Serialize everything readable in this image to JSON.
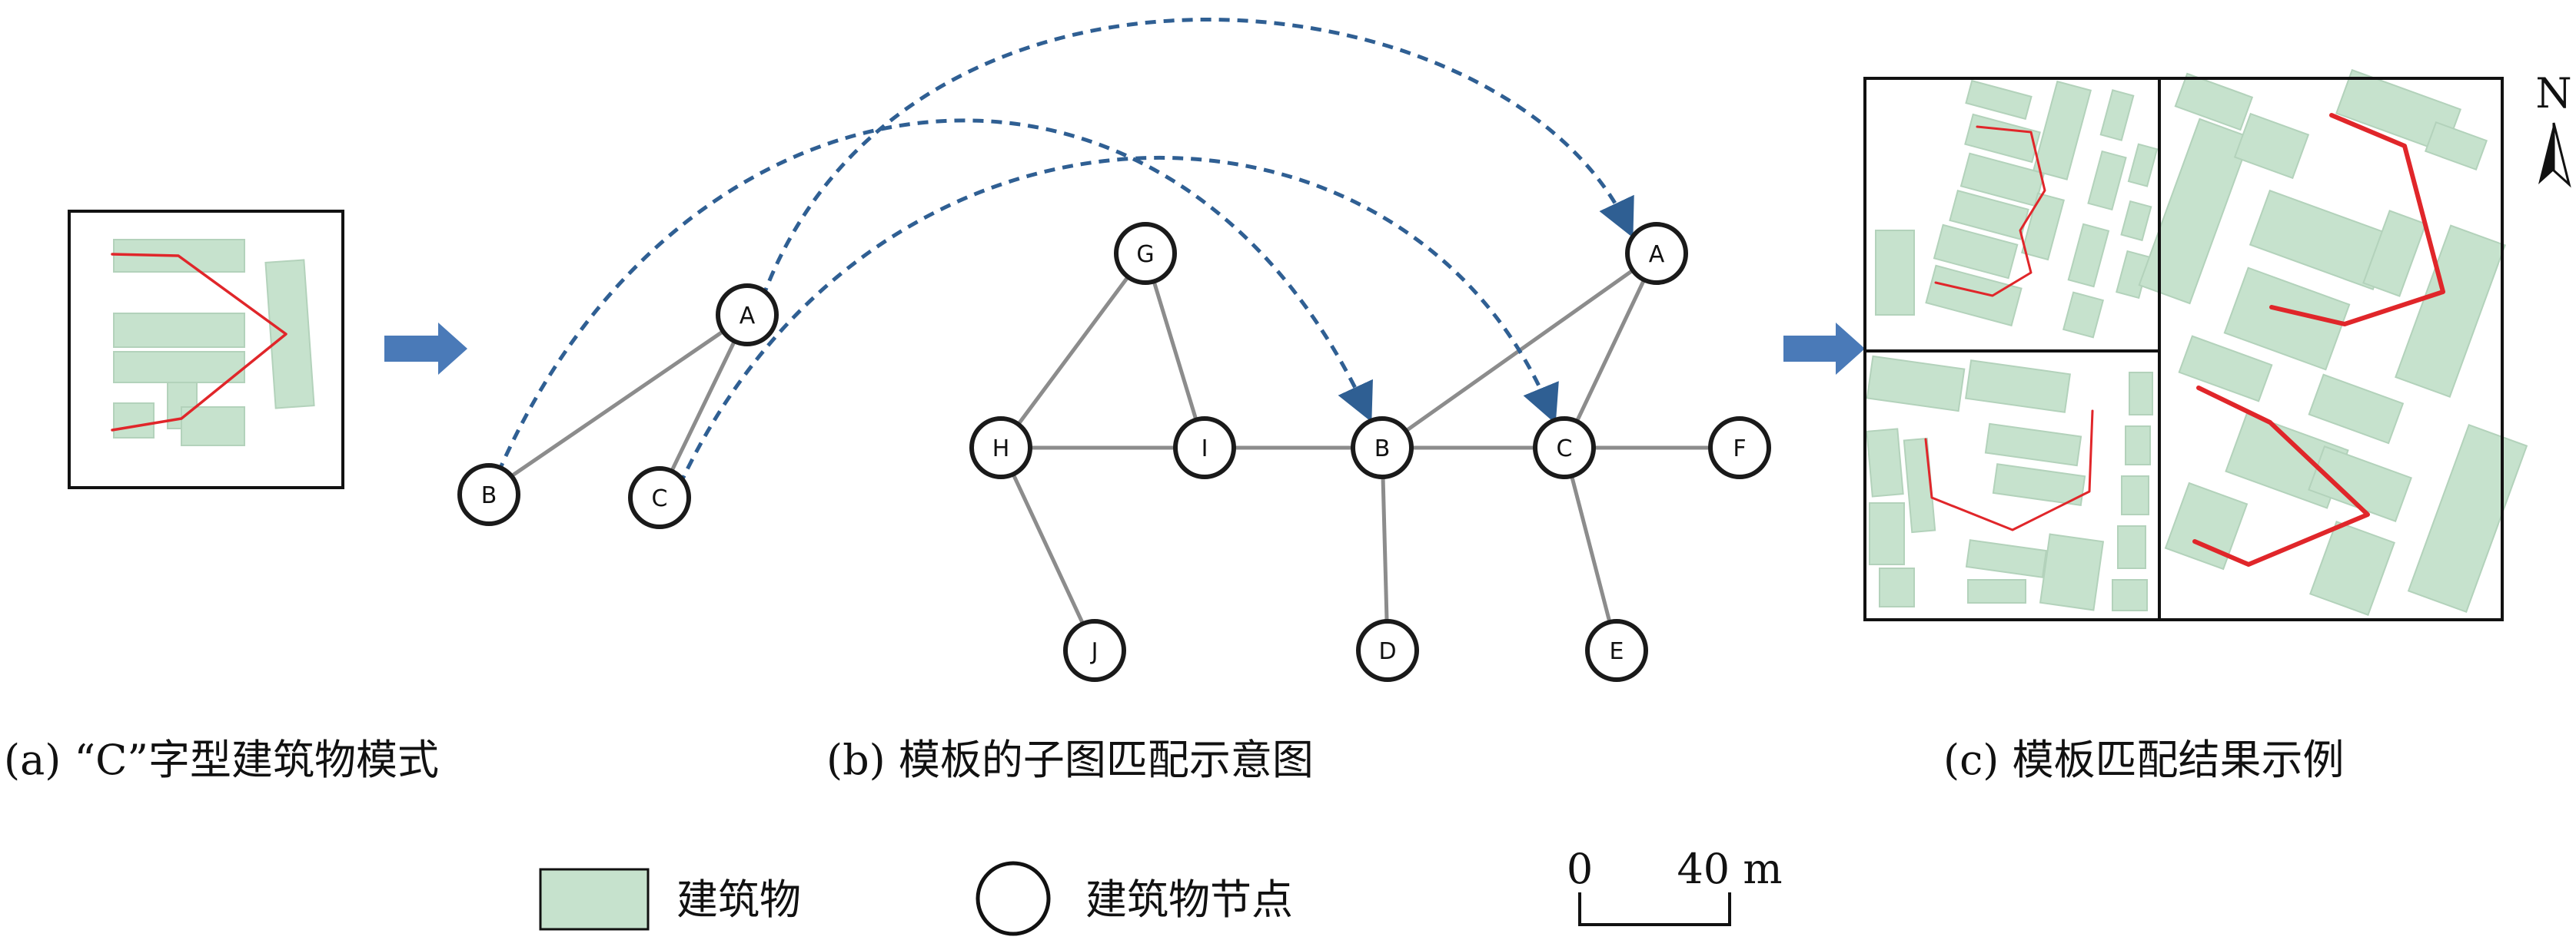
{
  "captions": {
    "a": "(a) “C”字型建筑物模式",
    "b": "(b) 模板的子图匹配示意图",
    "c": "(c) 模板匹配结果示例"
  },
  "legend": {
    "building_label": "建筑物",
    "node_label": "建筑物节点"
  },
  "scale_bar": {
    "start": "0",
    "end": "40 m"
  },
  "north_label": "N",
  "template_graph": {
    "nodes": [
      "A",
      "B",
      "C"
    ],
    "edges": [
      [
        "A",
        "B"
      ],
      [
        "A",
        "C"
      ]
    ]
  },
  "target_graph": {
    "nodes": [
      "G",
      "H",
      "I",
      "B",
      "C",
      "F",
      "A",
      "J",
      "D",
      "E"
    ],
    "edges": [
      [
        "G",
        "H"
      ],
      [
        "G",
        "I"
      ],
      [
        "H",
        "I"
      ],
      [
        "I",
        "B"
      ],
      [
        "B",
        "C"
      ],
      [
        "C",
        "F"
      ],
      [
        "A",
        "B"
      ],
      [
        "A",
        "C"
      ],
      [
        "H",
        "J"
      ],
      [
        "B",
        "D"
      ],
      [
        "C",
        "E"
      ]
    ]
  },
  "matches": [
    [
      "A",
      "A"
    ],
    [
      "B",
      "B"
    ],
    [
      "C",
      "C"
    ]
  ],
  "colors": {
    "building_fill": "#c6e2cd",
    "pattern_line": "#e0262a",
    "arrow": "#4a7ab8",
    "match_dash": "#2f5f93",
    "edge": "#8c8c8c"
  }
}
